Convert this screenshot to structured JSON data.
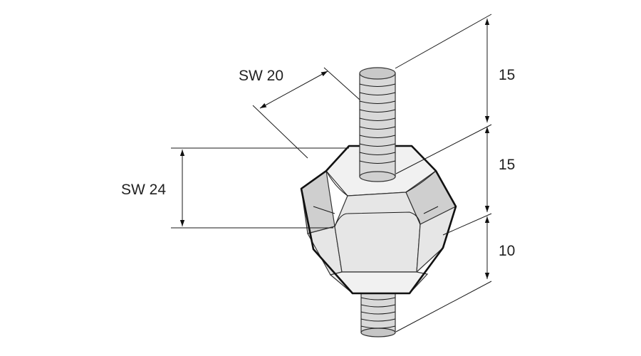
{
  "dimensions": {
    "wrench_top": "SW 20",
    "wrench_body": "SW 24",
    "upper_stud_length": "15",
    "body_height": "15",
    "lower_stud_length": "10"
  },
  "colors": {
    "line": "#111111",
    "stud_fill": "#d9d9d9",
    "body_fill": "#e8e8e8"
  }
}
